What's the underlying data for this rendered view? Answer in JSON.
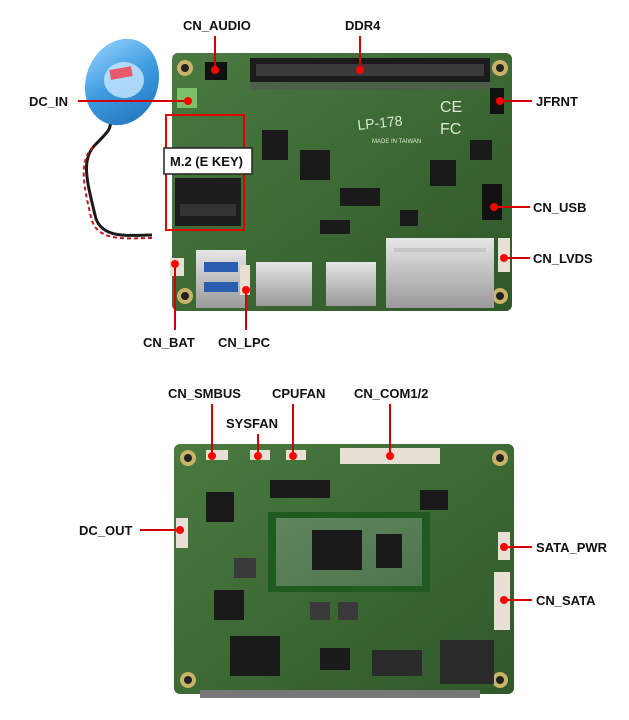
{
  "top_board": {
    "labels": {
      "cn_audio": "CN_AUDIO",
      "ddr4": "DDR4",
      "dc_in": "DC_IN",
      "jfrnt": "JFRNT",
      "m2_ekey": "M.2 (E KEY)",
      "cn_usb": "CN_USB",
      "cn_lvds": "CN_LVDS",
      "cn_bat": "CN_BAT",
      "cn_lpc": "CN_LPC"
    },
    "silkscreen": {
      "model": "LP-178",
      "made_in": "MADE IN TAIWAN",
      "ce_mark": "CE",
      "fc_mark": "FC"
    }
  },
  "bottom_board": {
    "labels": {
      "cn_smbus": "CN_SMBUS",
      "sysfan": "SYSFAN",
      "cpufan": "CPUFAN",
      "cn_com12": "CN_COM1/2",
      "dc_out": "DC_OUT",
      "sata_pwr": "SATA_PWR",
      "cn_sata": "CN_SATA"
    }
  },
  "colors": {
    "pcb_green": "#3d6a35",
    "pcb_dark": "#2b4d26",
    "leader_red": "#d40000",
    "battery_blue": "#4aa8e8"
  }
}
